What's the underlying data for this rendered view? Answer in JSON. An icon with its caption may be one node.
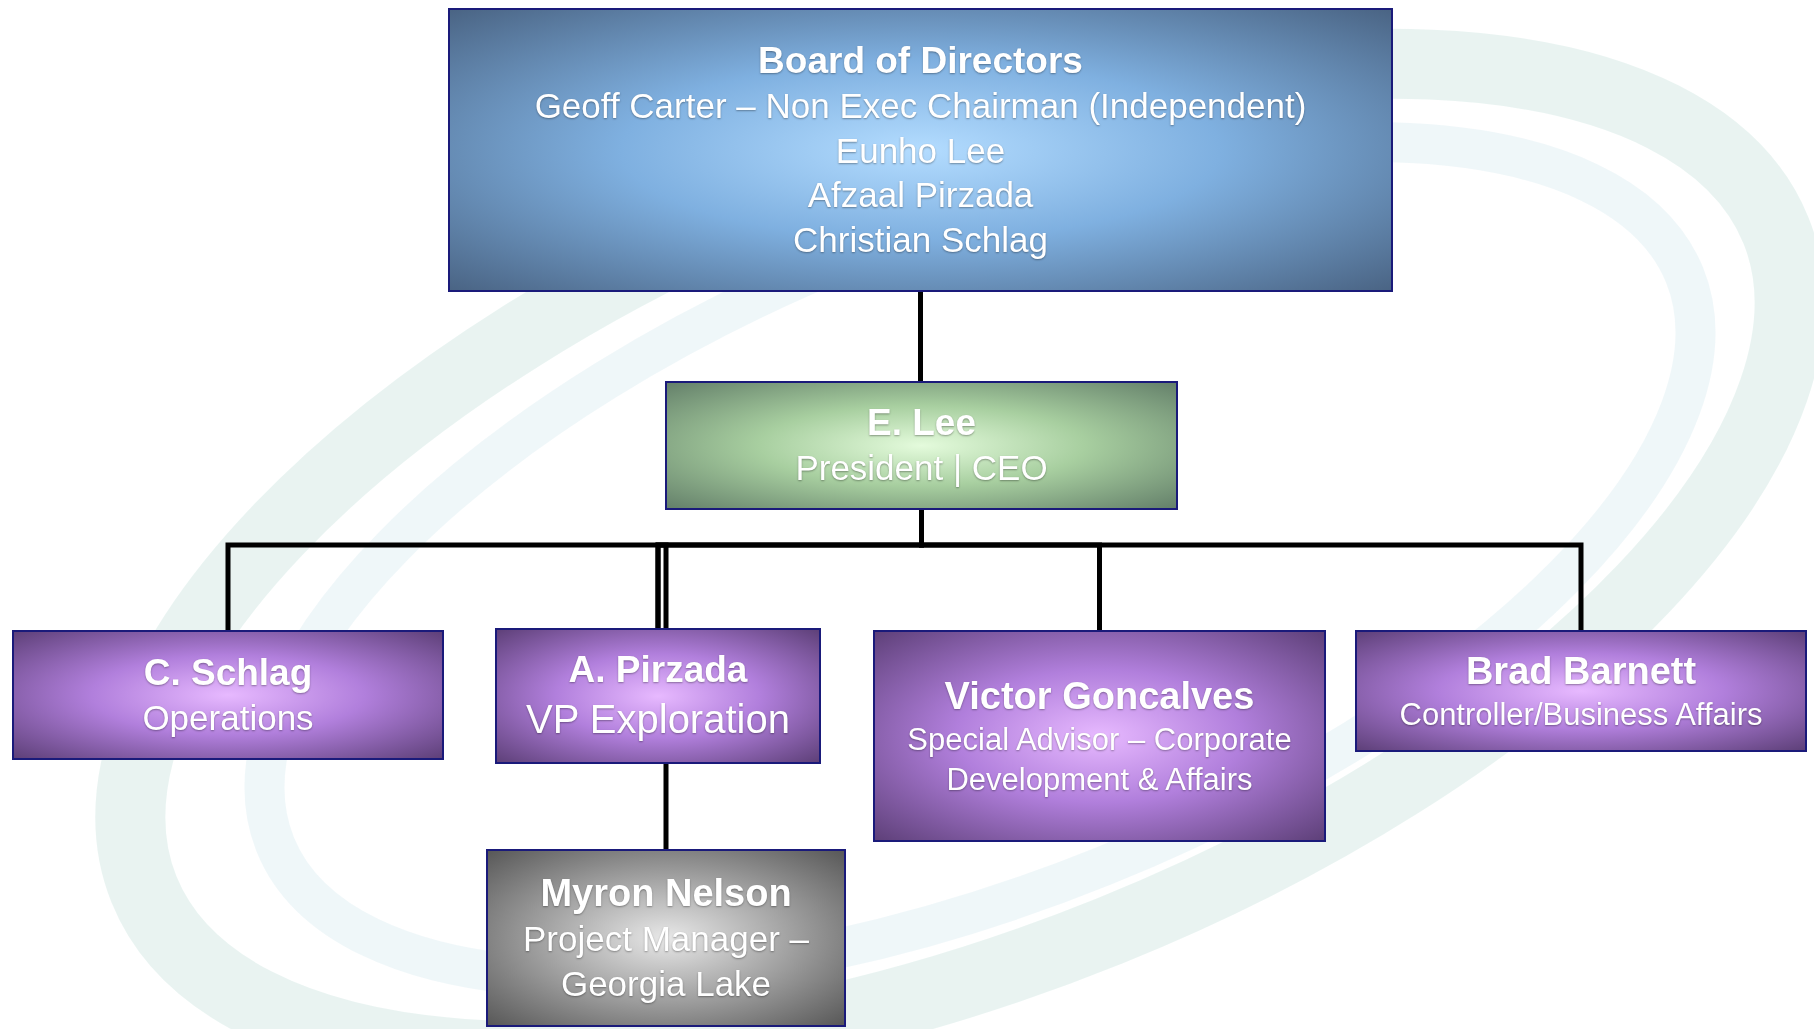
{
  "diagram": {
    "nodes": [
      {
        "text": [
          "Board of Directors",
          "Geoff Carter – Non Exec Chairman (Independent)",
          "Eunho Lee",
          "Afzaal Pirzada",
          "Christian Schlag"
        ]
      },
      {
        "text": [
          "E. Lee",
          "President | CEO"
        ]
      },
      {
        "text": [
          "C. Schlag",
          "Operations"
        ]
      },
      {
        "text": [
          "A. Pirzada",
          "VP Exploration"
        ]
      },
      {
        "text": [
          "Victor Goncalves",
          "Special Advisor – Corporate Development & Affairs"
        ]
      },
      {
        "text": [
          "Brad Barnett",
          "Controller/Business Affairs"
        ]
      },
      {
        "text": [
          "Myron Nelson",
          "Project Manager – Georgia Lake"
        ]
      }
    ],
    "edges": [
      {
        "from": 0,
        "to": 1,
        "arrow": "none"
      },
      {
        "from": 1,
        "to": 2,
        "arrow": "none"
      },
      {
        "from": 1,
        "to": 3,
        "arrow": "none"
      },
      {
        "from": 1,
        "to": 4,
        "arrow": "none"
      },
      {
        "from": 1,
        "to": 5,
        "arrow": "none"
      },
      {
        "from": 3,
        "to": 6,
        "arrow": "none"
      }
    ]
  }
}
